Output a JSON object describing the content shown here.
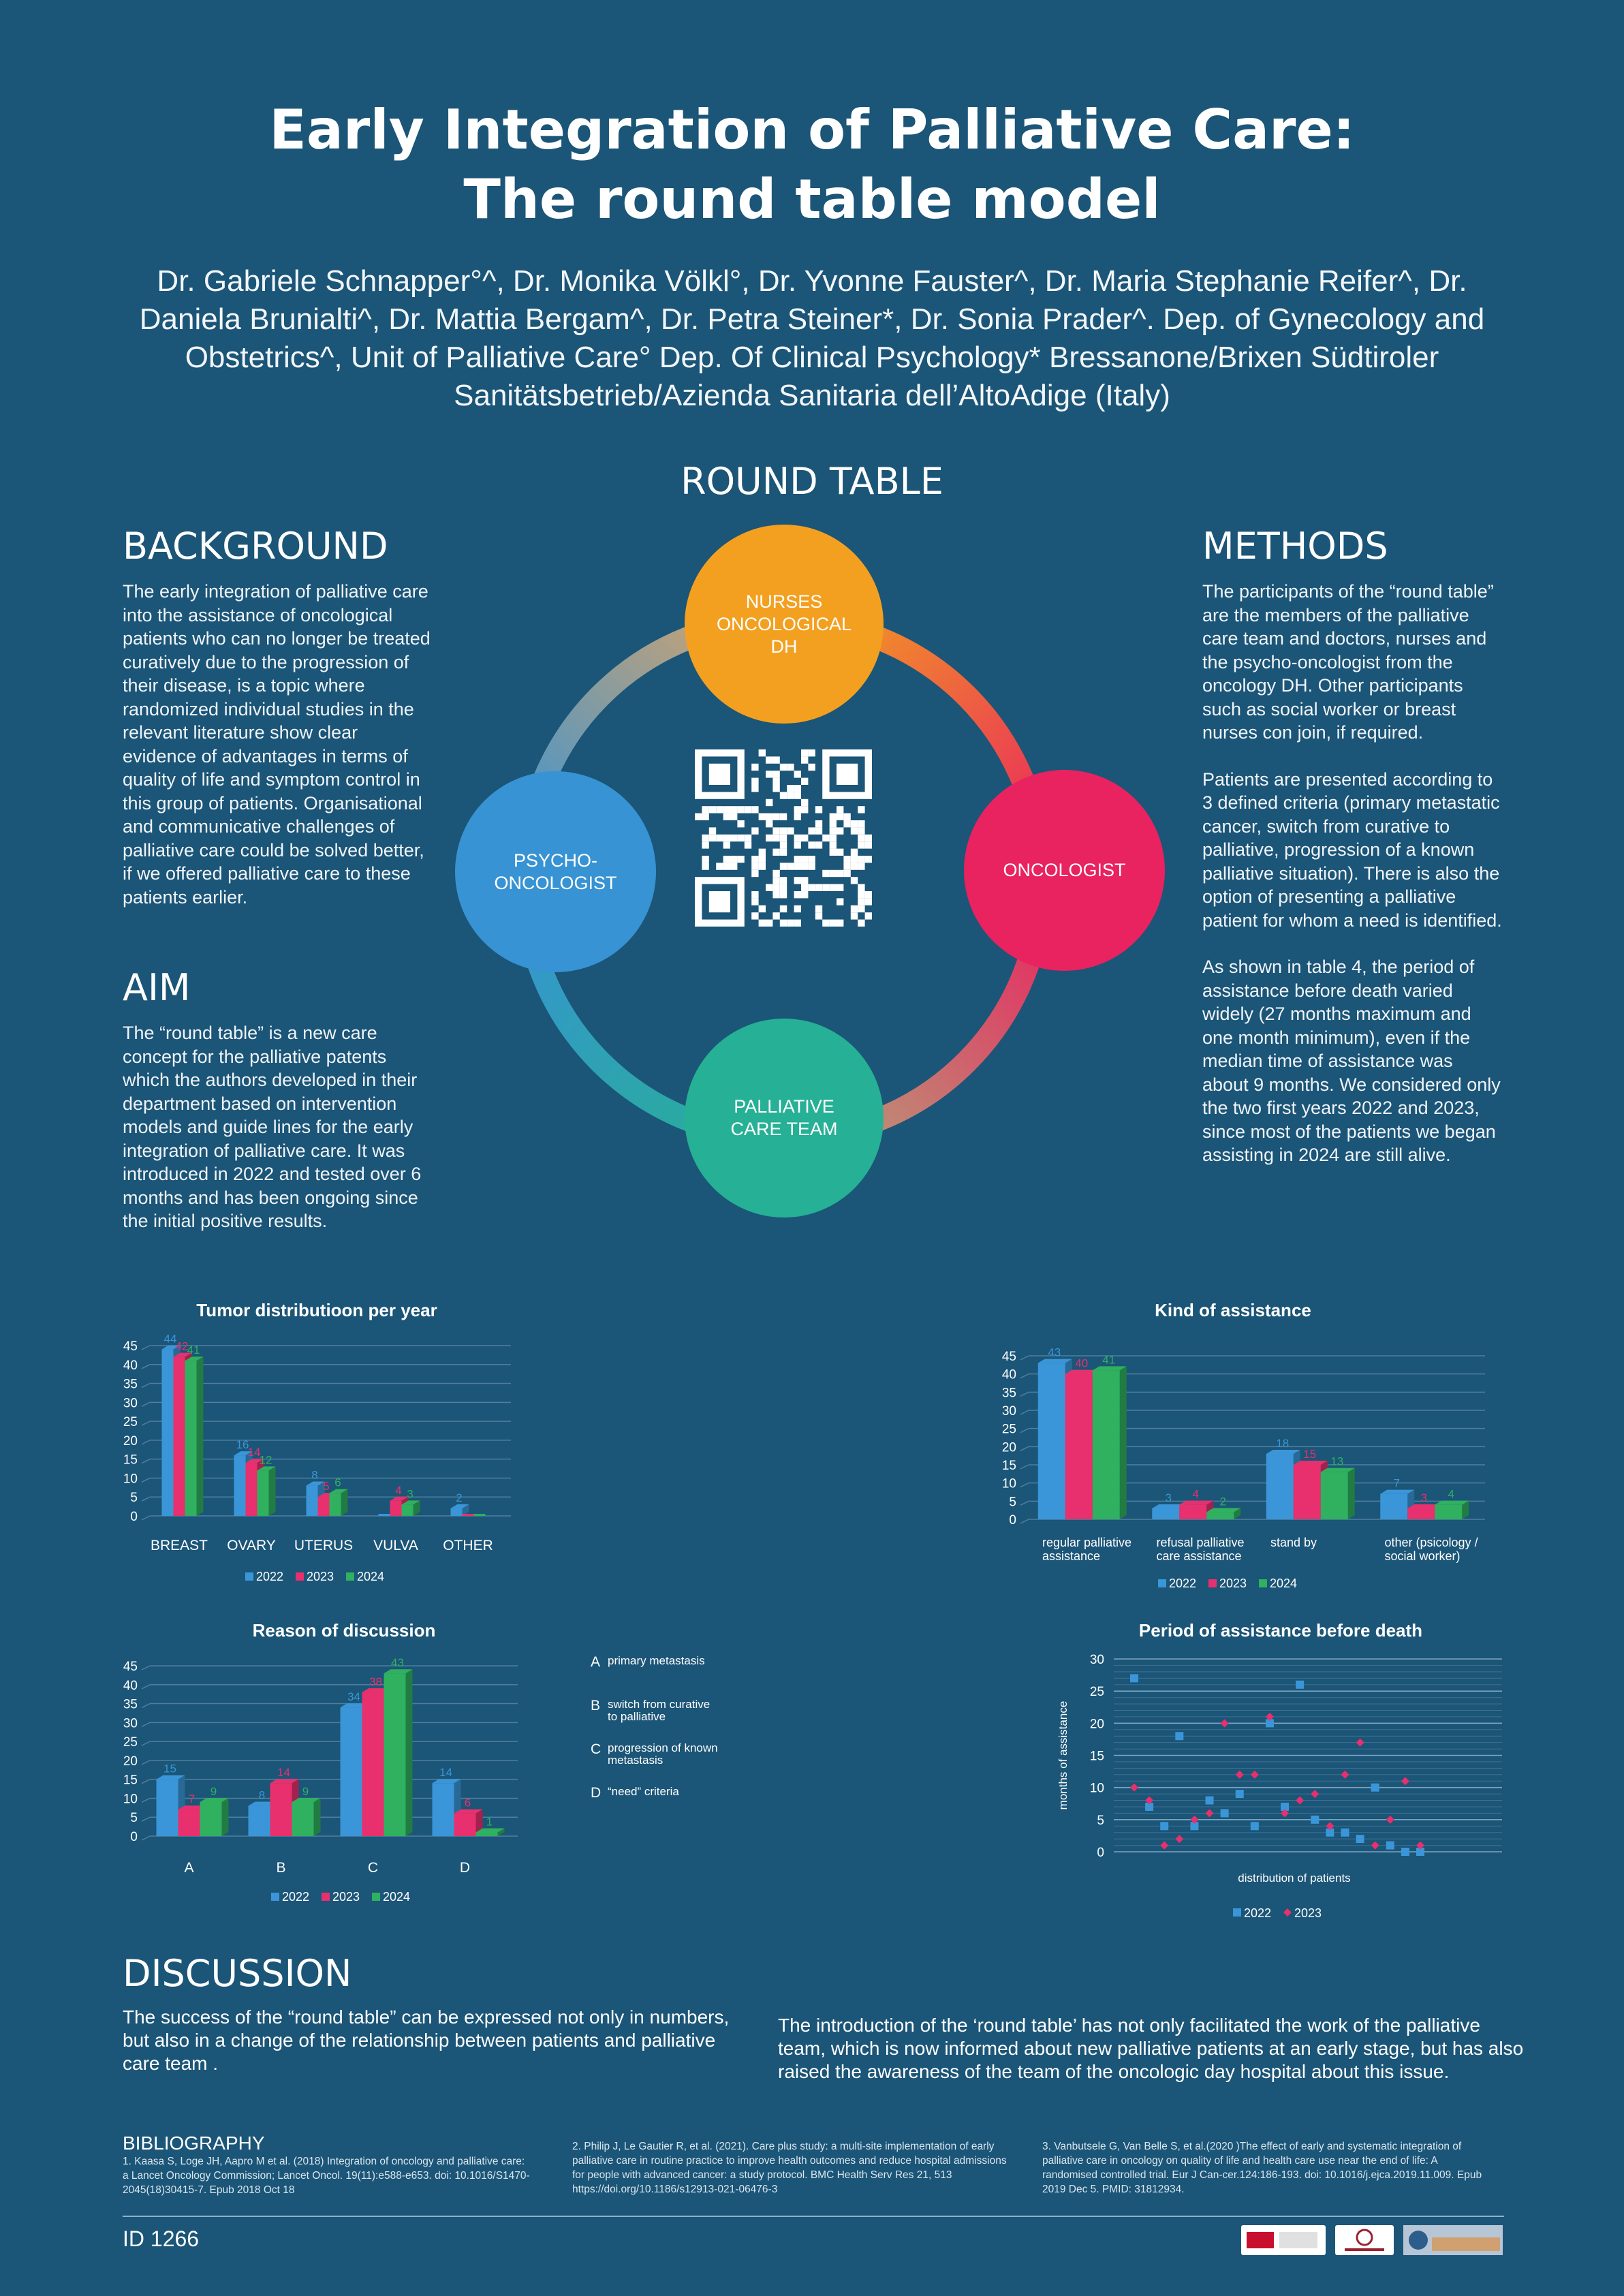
{
  "title_lines": [
    "Early Integration of Palliative Care:",
    "The round table model"
  ],
  "authors": "Dr. Gabriele Schnapper°^, Dr. Monika Völkl°, Dr. Yvonne Fauster^, Dr. Maria Stephanie Reifer^, Dr. Daniela Brunialti^, Dr. Mattia Bergam^, Dr. Petra Steiner*, Dr. Sonia Prader^. Dep. of Gynecology and Obstetrics^, Unit of Palliative Care° Dep. Of Clinical Psychology* Bressanone/Brixen Südtiroler Sanitätsbetrieb/Azienda Sanitaria dell’AltoAdige (Italy)",
  "background": {
    "heading": "BACKGROUND",
    "text": "The early integration of palliative care into the assistance of oncological patients who can no longer be treated curatively due to the progression of their disease, is a topic where randomized individual studies in the relevant literature show clear evidence of advantages in terms of quality of life and symptom control in this group of patients. Organisational and communicative challenges of palliative care could be solved better, if we offered palliative care to these patients earlier."
  },
  "aim": {
    "heading": "AIM",
    "text": "The “round table” is a new care concept for the palliative patents which the authors developed in their department based on intervention models and guide lines for the early integration of palliative care. It was introduced in 2022 and tested over 6 months and has been ongoing since the initial positive results."
  },
  "round_table": {
    "heading": "ROUND TABLE",
    "nodes": {
      "top": [
        "NURSES",
        "ONCOLOGICAL",
        "DH"
      ],
      "right": [
        "ONCOLOGIST"
      ],
      "bottom": [
        "PALLIATIVE",
        "CARE TEAM"
      ],
      "left": [
        "PSYCHO-",
        "ONCOLOGIST"
      ]
    },
    "colors": {
      "top": "#f3a021",
      "right": "#e8235f",
      "bottom": "#26b095",
      "left": "#3793d3"
    }
  },
  "methods": {
    "heading": "METHODS",
    "paragraphs": [
      "The participants of the “round table” are the members of the palliative care team and doctors, nurses and the psycho-oncologist from the oncology DH. Other participants such as social worker or breast nurses con join, if required.",
      "Patients are presented according to 3 defined criteria (primary metastatic cancer, switch from curative to palliative, progression of a known palliative situation). There is also the option of presenting a palliative patient for whom a need is identified.",
      "As shown in table 4, the period of assistance before death varied widely (27 months maximum and one month minimum), even if the median time of assistance was about 9 months. We considered only the two first years 2022 and 2023, since most of the patients we began assisting in 2024 are still alive."
    ]
  },
  "series_colors": {
    "2022": "#3a96d8",
    "2023": "#e8306e",
    "2024": "#2fb15f"
  },
  "chart_data": [
    {
      "id": "tumor",
      "type": "bar",
      "title": "Tumor distributioon per year",
      "categories": [
        "BREAST",
        "OVARY",
        "UTERUS",
        "VULVA",
        "OTHER"
      ],
      "series": [
        {
          "name": "2022",
          "values": [
            44,
            16,
            8,
            0,
            2
          ]
        },
        {
          "name": "2023",
          "values": [
            42,
            14,
            5,
            4,
            0
          ]
        },
        {
          "name": "2024",
          "values": [
            41,
            12,
            6,
            3,
            0
          ]
        }
      ],
      "ylim": [
        0,
        45
      ],
      "yticks": [
        0,
        5,
        10,
        15,
        20,
        25,
        30,
        35,
        40,
        45
      ],
      "grid": true,
      "legend": "bottom"
    },
    {
      "id": "kind",
      "type": "bar",
      "title": "Kind of assistance",
      "categories": [
        "regular palliative assistance",
        "refusal palliative care assistance",
        "stand by",
        "other (psicology / social worker)"
      ],
      "series": [
        {
          "name": "2022",
          "values": [
            43,
            3,
            18,
            7
          ]
        },
        {
          "name": "2023",
          "values": [
            40,
            4,
            15,
            3
          ]
        },
        {
          "name": "2024",
          "values": [
            41,
            2,
            13,
            4
          ]
        }
      ],
      "ylim": [
        0,
        45
      ],
      "yticks": [
        0,
        5,
        10,
        15,
        20,
        25,
        30,
        35,
        40,
        45
      ],
      "grid": true,
      "legend": "bottom"
    },
    {
      "id": "reason",
      "type": "bar",
      "title": "Reason of discussion",
      "categories": [
        "A",
        "B",
        "C",
        "D"
      ],
      "series": [
        {
          "name": "2022",
          "values": [
            15,
            8,
            34,
            14
          ]
        },
        {
          "name": "2023",
          "values": [
            7,
            14,
            38,
            6
          ]
        },
        {
          "name": "2024",
          "values": [
            9,
            9,
            43,
            1
          ]
        }
      ],
      "ylim": [
        0,
        45
      ],
      "yticks": [
        0,
        5,
        10,
        15,
        20,
        25,
        30,
        35,
        40,
        45
      ],
      "grid": true,
      "legend": "bottom",
      "key": [
        {
          "letter": "A",
          "text": "primary metastasis"
        },
        {
          "letter": "B",
          "text": "switch from curative to palliative"
        },
        {
          "letter": "C",
          "text": "progression of known metastasis"
        },
        {
          "letter": "D",
          "text": "“need” criteria"
        }
      ]
    },
    {
      "id": "period",
      "type": "scatter",
      "title": "Period of assistance before death",
      "xlabel": "distribution of patients",
      "ylabel": "months of assistance",
      "ylim": [
        0,
        30
      ],
      "yticks": [
        0,
        5,
        10,
        15,
        20,
        25,
        30
      ],
      "grid": true,
      "legend": "bottom",
      "series": [
        {
          "name": "2022",
          "marker": "square",
          "points": [
            [
              1,
              27
            ],
            [
              2,
              7
            ],
            [
              3,
              4
            ],
            [
              4,
              18
            ],
            [
              5,
              4
            ],
            [
              6,
              8
            ],
            [
              7,
              6
            ],
            [
              8,
              9
            ],
            [
              9,
              4
            ],
            [
              10,
              20
            ],
            [
              11,
              7
            ],
            [
              12,
              26
            ],
            [
              13,
              5
            ],
            [
              14,
              3
            ],
            [
              15,
              3
            ],
            [
              16,
              2
            ],
            [
              17,
              10
            ],
            [
              18,
              1
            ],
            [
              19,
              0
            ],
            [
              20,
              0
            ]
          ]
        },
        {
          "name": "2023",
          "marker": "diamond",
          "points": [
            [
              1,
              10
            ],
            [
              2,
              8
            ],
            [
              3,
              1
            ],
            [
              4,
              2
            ],
            [
              5,
              5
            ],
            [
              6,
              6
            ],
            [
              7,
              20
            ],
            [
              8,
              12
            ],
            [
              9,
              12
            ],
            [
              10,
              21
            ],
            [
              11,
              6
            ],
            [
              12,
              8
            ],
            [
              13,
              9
            ],
            [
              14,
              4
            ],
            [
              15,
              12
            ],
            [
              16,
              17
            ],
            [
              17,
              1
            ],
            [
              18,
              5
            ],
            [
              19,
              11
            ],
            [
              20,
              1
            ]
          ]
        }
      ]
    }
  ],
  "discussion": {
    "heading": "DISCUSSION",
    "left": "The success of the “round table” can be expressed not only in numbers, but also in a change of the relationship between patients and palliative care team .",
    "right": "The introduction of the ‘round table’ has not only facilitated the work of the palliative team, which is now informed about new palliative patients at an early stage, but has also raised the awareness of the team of the oncologic day hospital about this issue."
  },
  "bibliography": {
    "heading": "BIBLIOGRAPHY",
    "refs": [
      "1.     Kaasa S, Loge JH, Aapro M et al. (2018) Integration of oncology and palliative care: a Lancet Oncology Commission; Lancet Oncol. 19(11):e588-e653. doi: 10.1016/S1470-2045(18)30415-7. Epub 2018 Oct 18",
      "2.     Philip J, Le Gautier R, et al. (2021). Care plus study: a multi-site implementation of early palliative care in routine practice to improve health outcomes and reduce hospital admissions for people with advanced cancer: a study protocol. BMC Health Serv Res 21, 513 https://doi.org/10.1186/s12913-021-06476-3",
      "3.     Vanbutsele G, Van Belle S, et al.(2020 )The effect of early and systematic integration of palliative care in oncology on quality of life and health care use near the end of life: A randomised controlled trial. Eur J Can-cer.124:186-193. doi: 10.1016/j.ejca.2019.11.009. Epub 2019 Dec 5. PMID: 31812934."
    ]
  },
  "poster_id": "ID 1266",
  "logos": [
    "logo-1",
    "logo-2",
    "logo-3"
  ]
}
